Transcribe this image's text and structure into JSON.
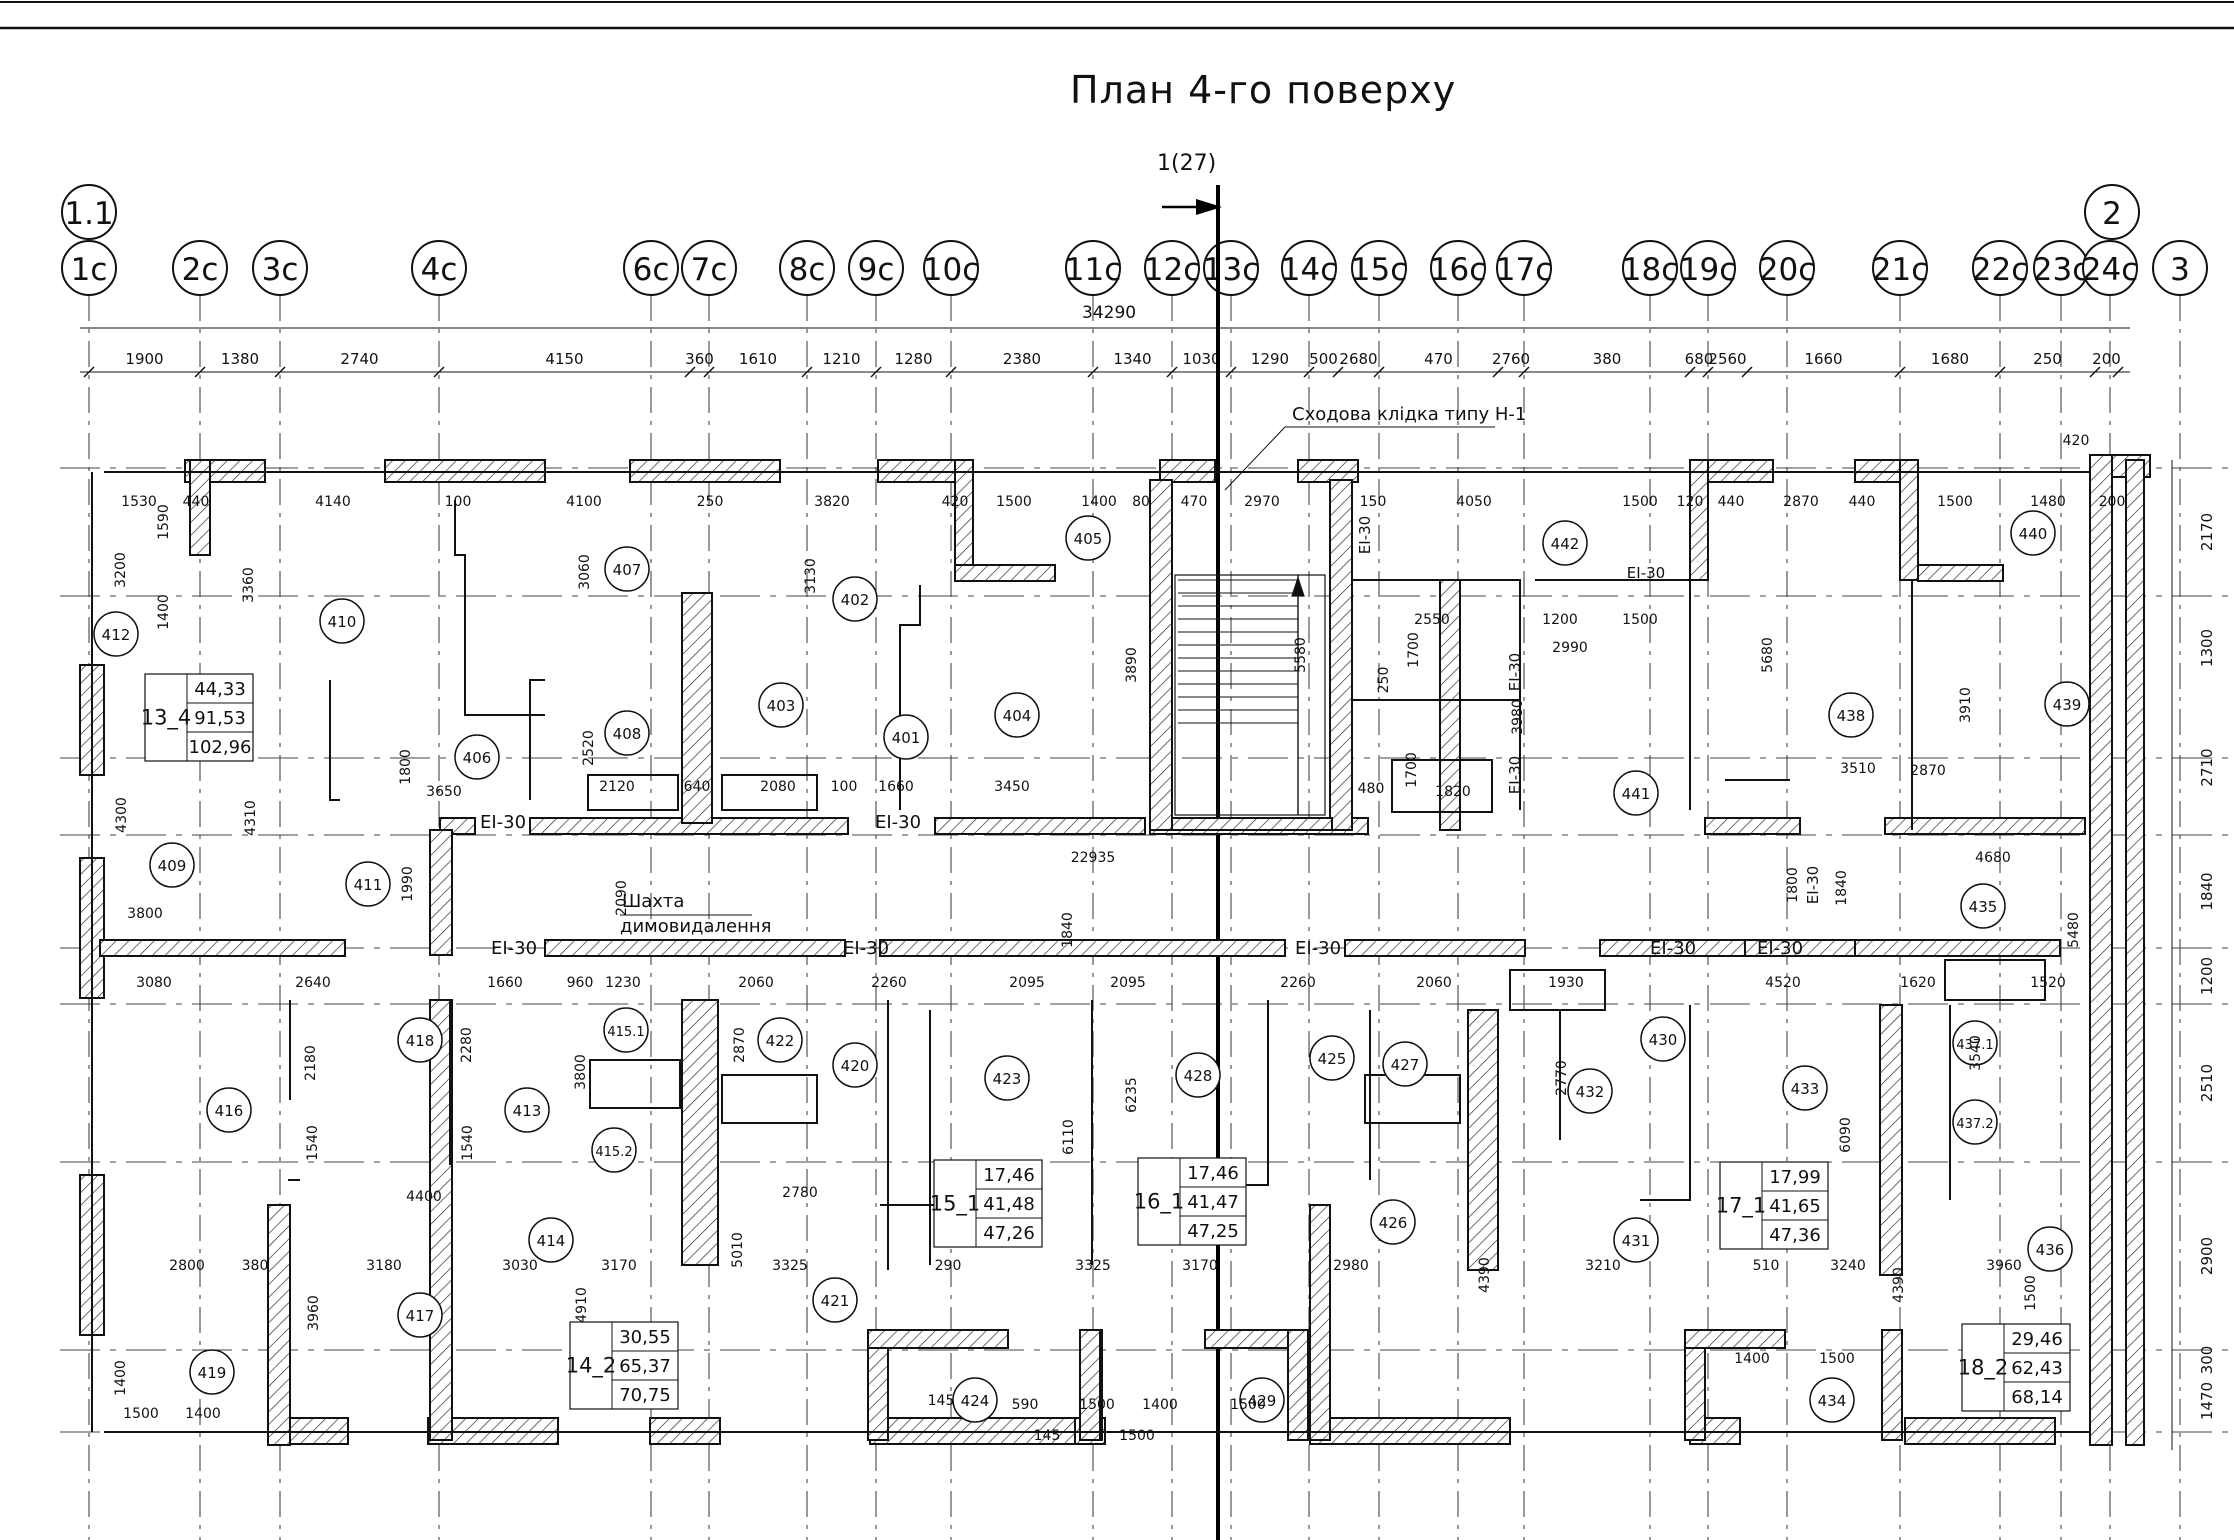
{
  "title": "План 4-го поверху",
  "section_mark": "1(27)",
  "overall_dimension": "34290",
  "axes_top_extra": [
    "1.1",
    "2"
  ],
  "axes": [
    "1c",
    "2c",
    "3c",
    "4c",
    "6c",
    "7c",
    "8c",
    "9c",
    "10c",
    "11c",
    "12c",
    "13c",
    "14c",
    "15c",
    "16c",
    "17c",
    "18c",
    "19c",
    "20c",
    "21c",
    "22c",
    "23c",
    "24c",
    "3"
  ],
  "dim_chain_top": [
    "1900",
    "1380",
    "2740",
    "4150",
    "360",
    "1610",
    "1210",
    "1280",
    "2380",
    "1340",
    "1030",
    "1290",
    "500",
    "2680",
    "470",
    "2760",
    "380",
    "680",
    "2560",
    "1660",
    "1680",
    "250",
    "200"
  ],
  "dims_right": [
    "2170",
    "1300",
    "2710",
    "1840",
    "1200",
    "2510",
    "2900",
    "300",
    "1470"
  ],
  "annotations": {
    "stair": "Сходова клідка типу Н-1",
    "shaft_1": "Шахта",
    "shaft_2": "димовидалення",
    "fire_rating": "EI-30"
  },
  "rooms": [
    "401",
    "402",
    "403",
    "404",
    "405",
    "406",
    "407",
    "408",
    "409",
    "410",
    "411",
    "412",
    "413",
    "414",
    "415.1",
    "415.2",
    "416",
    "417",
    "418",
    "419",
    "420",
    "421",
    "422",
    "423",
    "424",
    "425",
    "426",
    "427",
    "428",
    "429",
    "430",
    "431",
    "432",
    "433",
    "434",
    "435",
    "436",
    "437.1",
    "437.2",
    "438",
    "439",
    "440",
    "441",
    "442"
  ],
  "apartments": [
    {
      "id": "13_4",
      "a": "44,33",
      "b": "91,53",
      "c": "102,96"
    },
    {
      "id": "15_1",
      "a": "17,46",
      "b": "41,48",
      "c": "47,26"
    },
    {
      "id": "16_1",
      "a": "17,46",
      "b": "41,47",
      "c": "47,25"
    },
    {
      "id": "17_1",
      "a": "17,99",
      "b": "41,65",
      "c": "47,36"
    },
    {
      "id": "14_2",
      "a": "30,55",
      "b": "65,37",
      "c": "70,75"
    },
    {
      "id": "18_2",
      "a": "29,46",
      "b": "62,43",
      "c": "68,14"
    }
  ],
  "inner_dims": [
    "1530",
    "440",
    "4140",
    "100",
    "4100",
    "250",
    "3820",
    "420",
    "1500",
    "1400",
    "80",
    "470",
    "2970",
    "150",
    "4050",
    "1500",
    "120",
    "440",
    "2870",
    "440",
    "1500",
    "1480",
    "420",
    "200",
    "3200",
    "1590",
    "1400",
    "3360",
    "3060",
    "3130",
    "3890",
    "5580",
    "3980",
    "5680",
    "3910",
    "2550",
    "1200",
    "1500",
    "2990",
    "1700",
    "250",
    "1700",
    "480",
    "1820",
    "3650",
    "1800",
    "2520",
    "2120",
    "640",
    "2080",
    "100",
    "1660",
    "3450",
    "22935",
    "3510",
    "2870",
    "4680",
    "3800",
    "4310",
    "4300",
    "1990",
    "2090",
    "1840",
    "1800",
    "1840",
    "5480",
    "3080",
    "2640",
    "1660",
    "960",
    "1230",
    "2060",
    "2260",
    "2095",
    "2095",
    "2260",
    "2060",
    "1930",
    "4520",
    "1620",
    "1520",
    "2180",
    "2280",
    "3800",
    "2870",
    "6110",
    "6235",
    "2770",
    "3540",
    "6090",
    "4400",
    "1540",
    "1540",
    "2780",
    "2800",
    "380",
    "3180",
    "3030",
    "3170",
    "3325",
    "290",
    "3325",
    "3170",
    "2980",
    "3210",
    "510",
    "3240",
    "3960",
    "3960",
    "4910",
    "5010",
    "4390",
    "4390",
    "1500",
    "1400",
    "1500",
    "1400",
    "145",
    "590",
    "145",
    "1500",
    "1500",
    "1400",
    "1500",
    "1400",
    "1500"
  ]
}
